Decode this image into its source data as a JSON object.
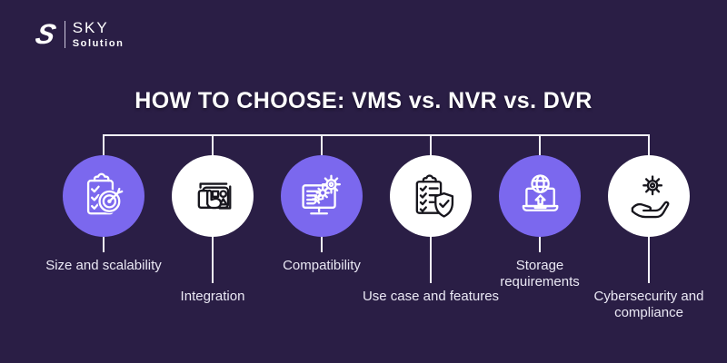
{
  "logo": {
    "monogram": "S",
    "name_top": "SKY",
    "name_bottom": "Solution"
  },
  "title": "HOW TO CHOOSE: VMS vs. NVR vs. DVR",
  "items": [
    {
      "label": "Size and scalability",
      "icon": "clipboard-checklist-target-icon",
      "circle": "purple"
    },
    {
      "label": "Integration",
      "icon": "hand-pressing-panel-icon",
      "circle": "white"
    },
    {
      "label": "Compatibility",
      "icon": "monitor-gears-icon",
      "circle": "purple"
    },
    {
      "label": "Use case and features",
      "icon": "checklist-shield-check-icon",
      "circle": "white"
    },
    {
      "label": "Storage requirements",
      "icon": "laptop-globe-upload-icon",
      "circle": "purple"
    },
    {
      "label": "Cybersecurity and compliance",
      "icon": "hand-holding-gear-icon",
      "circle": "white"
    }
  ],
  "colors": {
    "background": "#2a1e45",
    "accent": "#7b68ee",
    "line": "#f3f2f8",
    "title_text": "#ffffff",
    "label_text": "#eae8f4"
  }
}
